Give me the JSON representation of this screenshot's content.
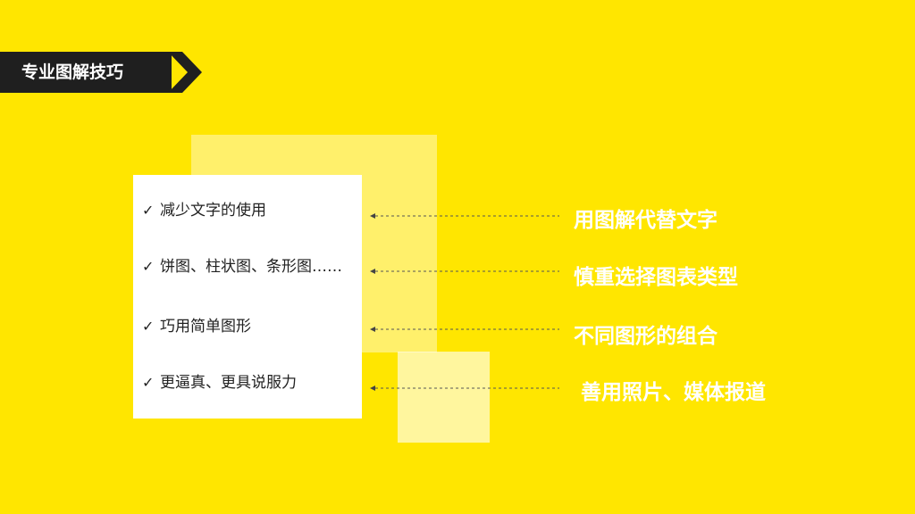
{
  "header": {
    "title": "专业图解技巧"
  },
  "checkmark": "✓",
  "list": [
    {
      "text": "减少文字的使用"
    },
    {
      "text": "饼图、柱状图、条形图……"
    },
    {
      "text": "巧用简单图形"
    },
    {
      "text": "更逼真、更具说服力"
    }
  ],
  "tips": [
    {
      "text": "用图解代替文字"
    },
    {
      "text": "慎重选择图表类型"
    },
    {
      "text": "不同图形的组合"
    },
    {
      "text": "善用照片、媒体报道"
    }
  ],
  "colors": {
    "background": "#FFE600",
    "banner": "#1F1F1F",
    "text_dark": "#222222",
    "text_light": "#FFFFFF"
  }
}
